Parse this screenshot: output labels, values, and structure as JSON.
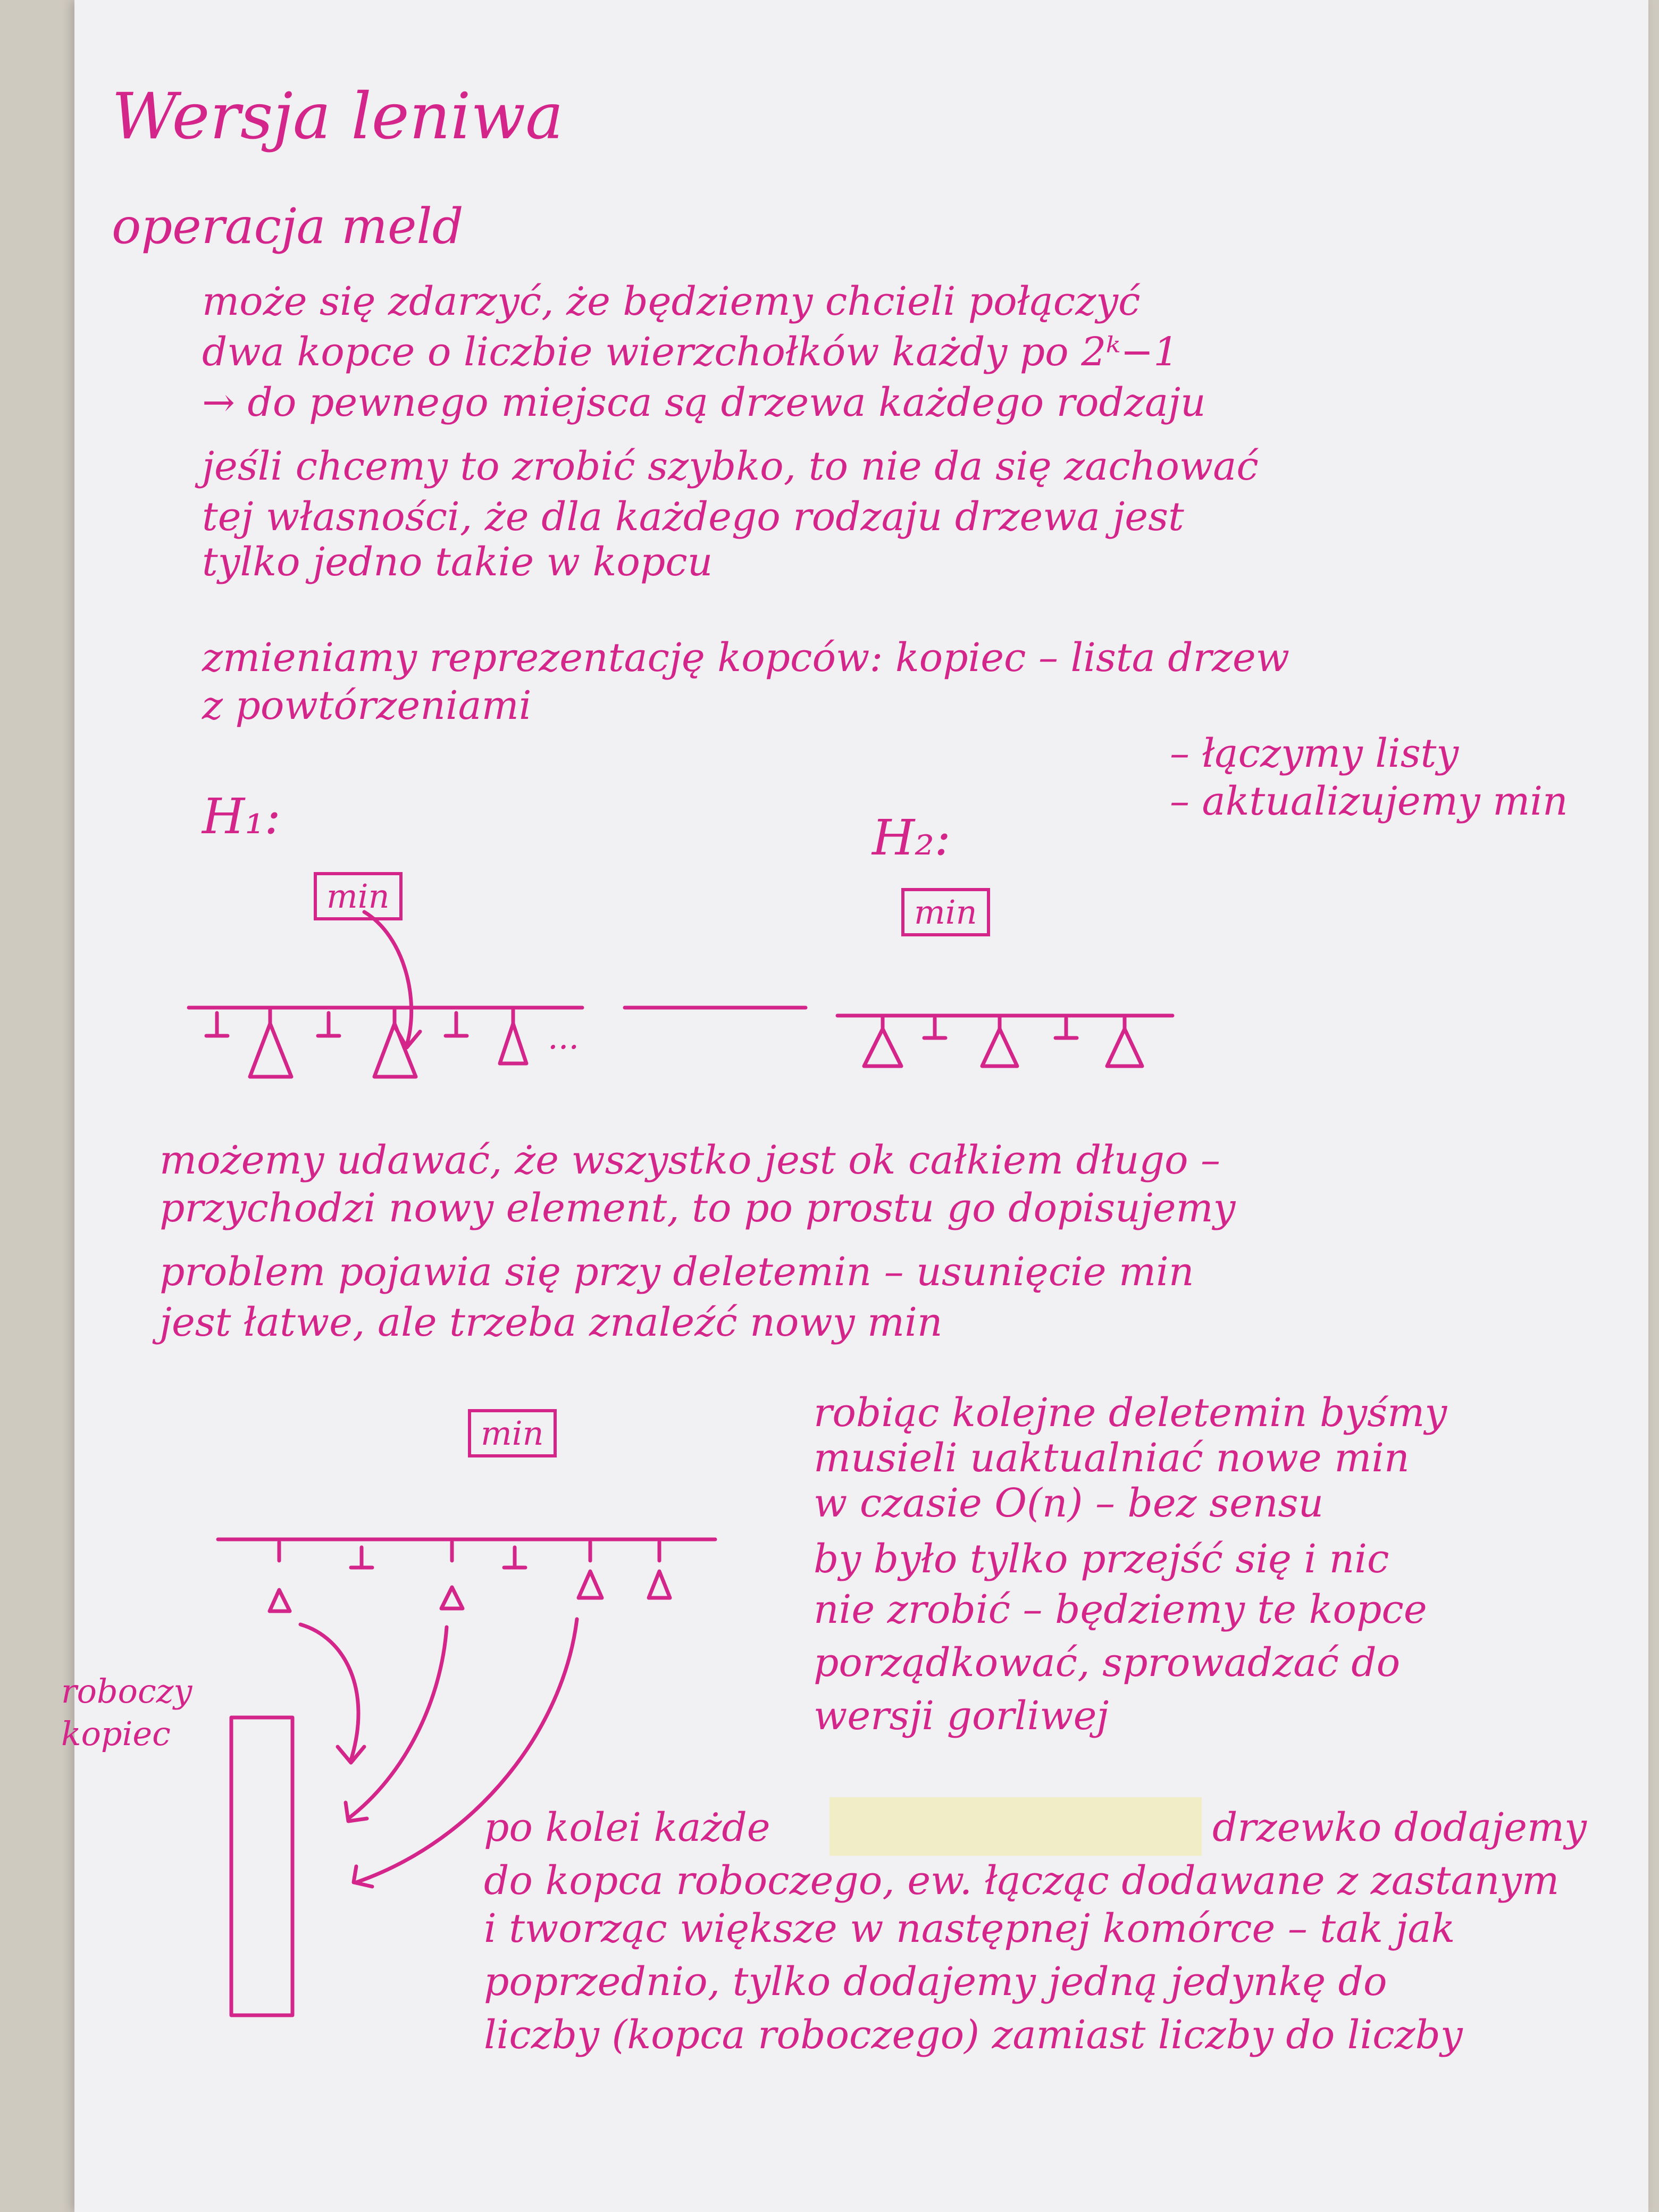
{
  "title": "Wersja leniwa",
  "section": "operacja meld",
  "para1": [
    "może się zdarzyć, że będziemy chcieli połączyć",
    "dwa kopce o liczbie wierzchołków każdy po 2ᵏ−1",
    "→ do pewnego miejsca są drzewa każdego rodzaju"
  ],
  "para2": [
    "jeśli chcemy to zrobić szybko, to nie da się zachować",
    "tej własności, że dla każdego rodzaju drzewa jest",
    "tylko jedno takie w kopcu"
  ],
  "para3": [
    "zmieniamy reprezentację kopców: kopiec – lista drzew",
    "z powtórzeniami"
  ],
  "notes_right": [
    "– łączymy listy",
    "– aktualizujemy min"
  ],
  "heap1_label": "H₁:",
  "heap2_label": "H₂:",
  "min_label": "min",
  "dots": "...",
  "para4": [
    "możemy udawać, że wszystko jest ok całkiem długo –",
    "przychodzi nowy element, to po prostu go dopisujemy"
  ],
  "para5": [
    "problem pojawia się przy deletemin – usunięcie min",
    "jest łatwe, ale trzeba znaleźć nowy min"
  ],
  "para6": [
    "robiąc kolejne deletemin byśmy",
    "musieli uaktualniać nowe min",
    "w czasie O(n) – bez sensu",
    "by było tylko przejść się i nic",
    "nie zrobić – będziemy te kopce",
    "porządkować, sprowadzać do",
    "wersji gorliwej"
  ],
  "work_heap_label": [
    "roboczy",
    "kopiec"
  ],
  "para7": [
    "po kolei każde",
    "drzewko dodajemy",
    "do kopca roboczego, ew. łącząc dodawane z zastanym",
    "i tworząc większe w następnej komórce – tak jak",
    "poprzednio, tylko dodajemy jedną jedynkę do",
    "liczby (kopca roboczego) zamiast liczby do liczby"
  ],
  "colors": {
    "ink": "#d4258b",
    "paper": "#f1f1f3",
    "tape": "#f0ecc4"
  }
}
